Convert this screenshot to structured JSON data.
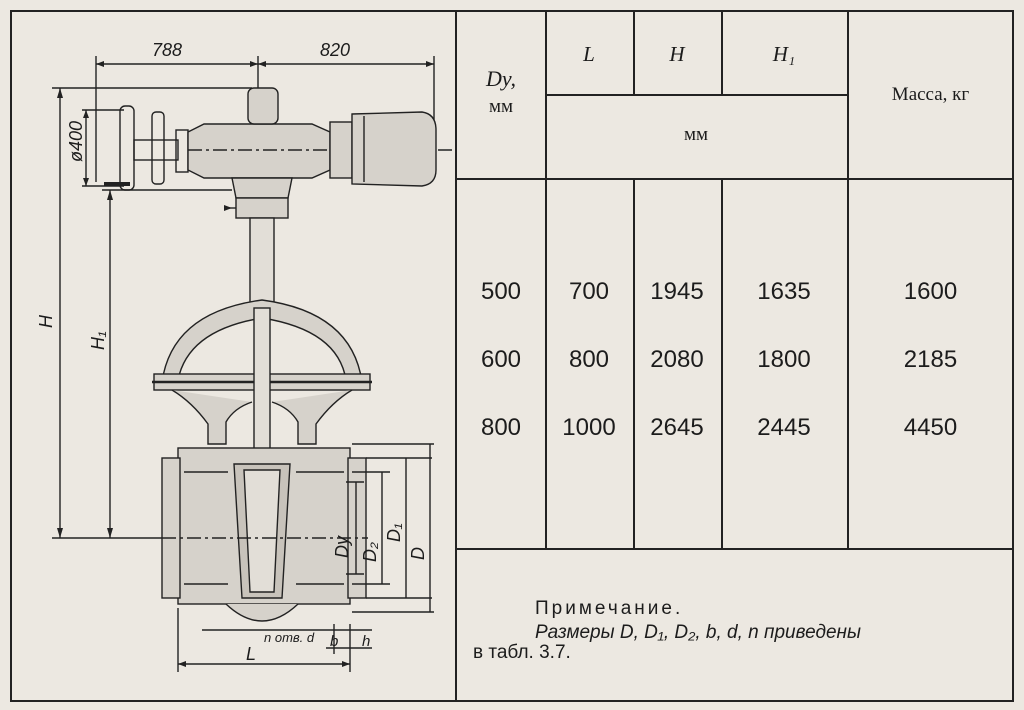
{
  "drawing": {
    "dims": {
      "w788": "788",
      "w820": "820",
      "d400": "ø400",
      "H": "H",
      "H1": "H₁",
      "Dy": "Dу",
      "D2": "D₂",
      "D1": "D₁",
      "D": "D",
      "L": "L",
      "b": "b",
      "h": "h",
      "holes": "n отв. d"
    }
  },
  "table": {
    "headers": {
      "dy_main": "Dу,",
      "dy_unit": "мм",
      "L": "L",
      "H": "H",
      "H1": "H₁",
      "mm": "мм",
      "mass": "Масса, кг"
    },
    "rows": [
      {
        "dy": "500",
        "L": "700",
        "H": "1945",
        "H1": "1635",
        "mass": "1600"
      },
      {
        "dy": "600",
        "L": "800",
        "H": "2080",
        "H1": "1800",
        "mass": "2185"
      },
      {
        "dy": "800",
        "L": "1000",
        "H": "2645",
        "H1": "2445",
        "mass": "4450"
      }
    ],
    "note": {
      "title": "Примечание.",
      "line1": "Размеры D, D₁, D₂, b, d, n приведены",
      "line2": "в табл. 3.7."
    }
  }
}
